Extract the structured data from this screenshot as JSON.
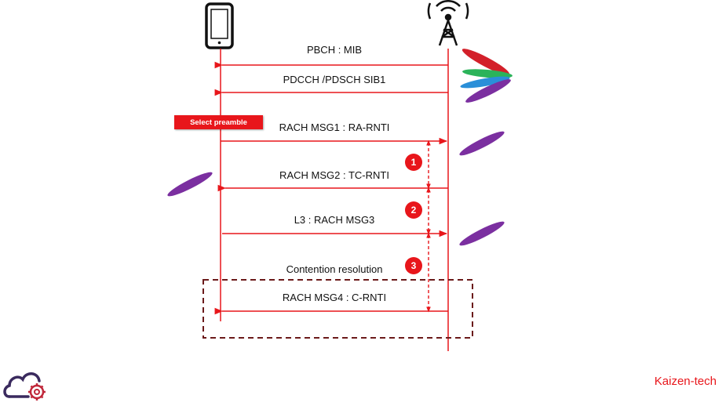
{
  "messages": {
    "m1": "PBCH : MIB",
    "m2": "PDCCH /PDSCH SIB1",
    "m3": "RACH MSG1 :  RA-RNTI",
    "m4": "RACH MSG2 :  TC-RNTI",
    "m5": "L3 : RACH MSG3",
    "m6": "Contention resolution",
    "m7": "RACH MSG4  : C-RNTI"
  },
  "select_preamble": "Select preamble",
  "steps": [
    "1",
    "2",
    "3"
  ],
  "brand": "Kaizen-tech",
  "colors": {
    "accent": "#e8161b",
    "dashed_box": "#6b1a1a",
    "leaf_purple": "#7b2fa0",
    "leaf_red": "#d3202a",
    "leaf_green": "#2bb35a",
    "leaf_blue": "#2a8fd8"
  },
  "icons": [
    "phone-icon",
    "base-station-icon",
    "cloud-gear-logo-icon",
    "leaf-decoration-icon"
  ]
}
